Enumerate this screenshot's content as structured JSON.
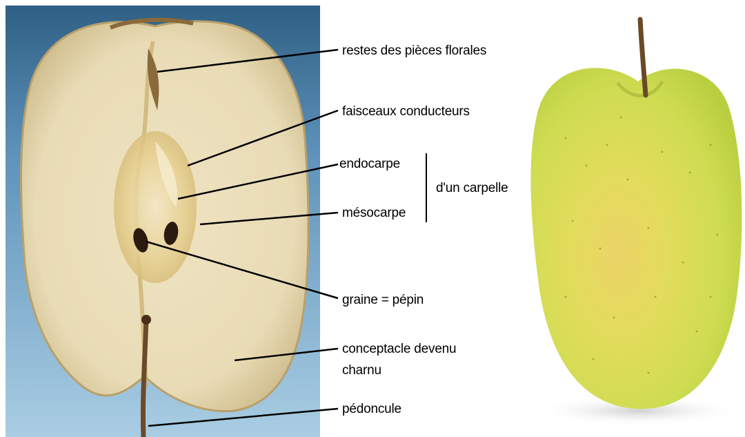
{
  "labels": {
    "restes": "restes des pièces florales",
    "faisceaux": "faisceaux conducteurs",
    "endocarpe": "endocarpe",
    "mesocarpe": "mésocarpe",
    "carpelle": "d'un carpelle",
    "graine": "graine = pépin",
    "conceptacle_line1": "conceptacle devenu",
    "conceptacle_line2": "charnu",
    "pedoncule": "pédoncule"
  },
  "colors": {
    "background_left": "#5b8fb5",
    "apple_flesh": "#ece0bd",
    "apple_skin_right": "#d8e257",
    "leader_lines": "#000000"
  }
}
